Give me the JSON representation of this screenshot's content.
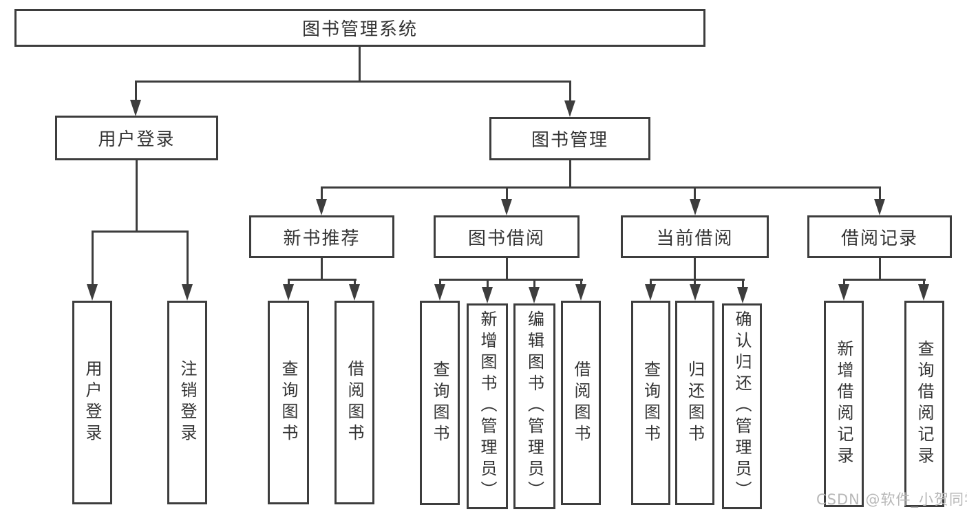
{
  "diagram": {
    "type": "hierarchy-tree",
    "colors": {
      "line": "#3d3d3d",
      "text": "#333333",
      "box_background": "#ffffff",
      "watermark": "#b8b8b8"
    },
    "tree": {
      "label": "图书管理系统",
      "children": [
        {
          "label": "用户登录",
          "children": [
            {
              "label": "用户登录"
            },
            {
              "label": "注销登录"
            }
          ]
        },
        {
          "label": "图书管理",
          "children": [
            {
              "label": "新书推荐",
              "children": [
                {
                  "label": "查询图书"
                },
                {
                  "label": "借阅图书"
                }
              ]
            },
            {
              "label": "图书借阅",
              "children": [
                {
                  "label": "查询图书"
                },
                {
                  "label": "新增图书（管理员）"
                },
                {
                  "label": "编辑图书（管理员）"
                },
                {
                  "label": "借阅图书"
                }
              ]
            },
            {
              "label": "当前借阅",
              "children": [
                {
                  "label": "查询图书"
                },
                {
                  "label": "归还图书"
                },
                {
                  "label": "确认归还（管理员）"
                }
              ]
            },
            {
              "label": "借阅记录",
              "children": [
                {
                  "label": "新增借阅记录"
                },
                {
                  "label": "查询借阅记录"
                }
              ]
            }
          ]
        }
      ]
    },
    "watermark": "CSDN @软件_小贺同学"
  }
}
